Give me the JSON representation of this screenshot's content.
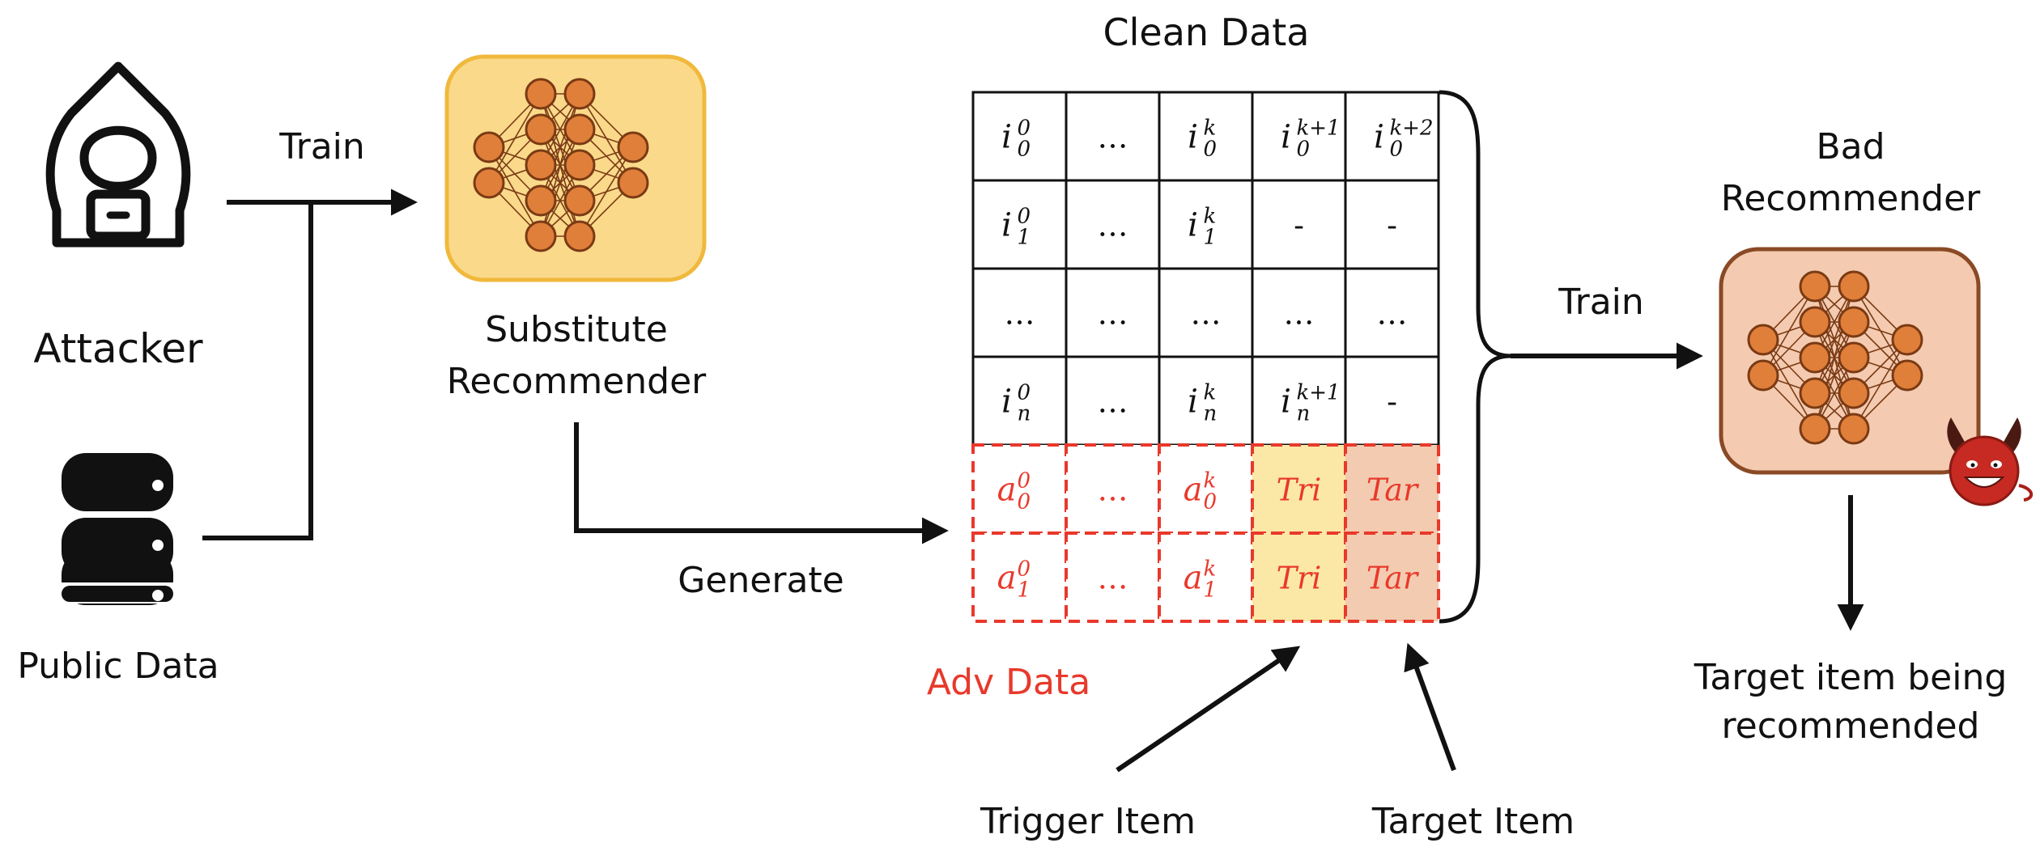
{
  "labels": {
    "attacker": "Attacker",
    "public_data": "Public Data",
    "train_left": "Train",
    "substitute_line1": "Substitute",
    "substitute_line2": "Recommender",
    "generate": "Generate",
    "clean_data": "Clean Data",
    "adv_data": "Adv Data",
    "train_right": "Train",
    "bad_line1": "Bad",
    "bad_line2": "Recommender",
    "result_line1": "Target item being",
    "result_line2": "recommended",
    "trigger_item": "Trigger Item",
    "target_item": "Target Item"
  },
  "table": {
    "clean_rows": [
      [
        {
          "base": "i",
          "sub": "0",
          "sup": "0"
        },
        {
          "text": "…"
        },
        {
          "base": "i",
          "sub": "0",
          "sup": "k"
        },
        {
          "base": "i",
          "sub": "0",
          "sup": "k+1"
        },
        {
          "base": "i",
          "sub": "0",
          "sup": "k+2"
        }
      ],
      [
        {
          "base": "i",
          "sub": "1",
          "sup": "0"
        },
        {
          "text": "…"
        },
        {
          "base": "i",
          "sub": "1",
          "sup": "k"
        },
        {
          "text": "-"
        },
        {
          "text": "-"
        }
      ],
      [
        {
          "text": "…"
        },
        {
          "text": "…"
        },
        {
          "text": "…"
        },
        {
          "text": "…"
        },
        {
          "text": "…"
        }
      ],
      [
        {
          "base": "i",
          "sub": "n",
          "sup": "0"
        },
        {
          "text": "…"
        },
        {
          "base": "i",
          "sub": "n",
          "sup": "k"
        },
        {
          "base": "i",
          "sub": "n",
          "sup": "k+1"
        },
        {
          "text": "-"
        }
      ]
    ],
    "adv_rows": [
      [
        {
          "base": "a",
          "sub": "0",
          "sup": "0"
        },
        {
          "text": "…"
        },
        {
          "base": "a",
          "sub": "0",
          "sup": "k"
        },
        {
          "text": "Tri",
          "italic": true
        },
        {
          "text": "Tar",
          "italic": true
        }
      ],
      [
        {
          "base": "a",
          "sub": "1",
          "sup": "0"
        },
        {
          "text": "…"
        },
        {
          "base": "a",
          "sub": "1",
          "sup": "k"
        },
        {
          "text": "Tri",
          "italic": true
        },
        {
          "text": "Tar",
          "italic": true
        }
      ]
    ]
  },
  "colors": {
    "adv_red": "#e8392b",
    "trigger_fill": "#fbe8a6",
    "target_fill": "#f3cbb0",
    "substitute_box": "#fad98a",
    "substitute_border": "#f0b93c",
    "bad_box": "#f4cbb0",
    "bad_border": "#8a4a25",
    "neuron_fill": "#e07f3a",
    "neuron_stroke": "#7a3a14",
    "devil_red": "#c62a22"
  },
  "icons": {
    "attacker": "hooded-hacker-icon",
    "public_data": "database-icon",
    "substitute": "neural-network-icon",
    "bad": "neural-network-icon",
    "devil": "devil-face-icon"
  }
}
